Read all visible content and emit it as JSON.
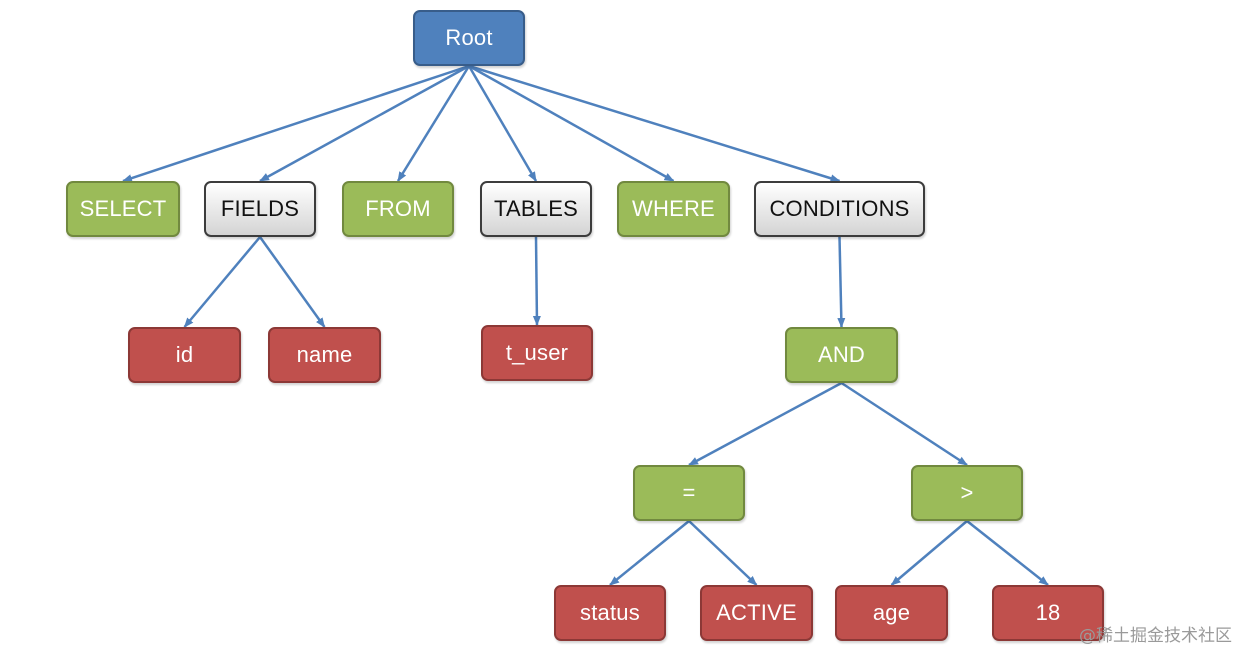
{
  "colors": {
    "root": "#4f81bd",
    "keyword": "#9bbb59",
    "group": "#d4d4d4",
    "value": "#c0504d",
    "edge": "#4f81bd"
  },
  "nodes": {
    "root": "Root",
    "select": "SELECT",
    "fields": "FIELDS",
    "from": "FROM",
    "tables": "TABLES",
    "where": "WHERE",
    "conditions": "CONDITIONS",
    "id": "id",
    "name": "name",
    "t_user": "t_user",
    "and": "AND",
    "eq": "=",
    "gt": ">",
    "status": "status",
    "active": "ACTIVE",
    "age": "age",
    "n18": "18"
  },
  "edges": [
    [
      "root",
      "select"
    ],
    [
      "root",
      "fields"
    ],
    [
      "root",
      "from"
    ],
    [
      "root",
      "tables"
    ],
    [
      "root",
      "where"
    ],
    [
      "root",
      "conditions"
    ],
    [
      "fields",
      "id"
    ],
    [
      "fields",
      "name"
    ],
    [
      "tables",
      "t_user"
    ],
    [
      "conditions",
      "and"
    ],
    [
      "and",
      "eq"
    ],
    [
      "and",
      "gt"
    ],
    [
      "eq",
      "status"
    ],
    [
      "eq",
      "active"
    ],
    [
      "gt",
      "age"
    ],
    [
      "gt",
      "n18"
    ]
  ],
  "watermark": "@稀土掘金技术社区"
}
